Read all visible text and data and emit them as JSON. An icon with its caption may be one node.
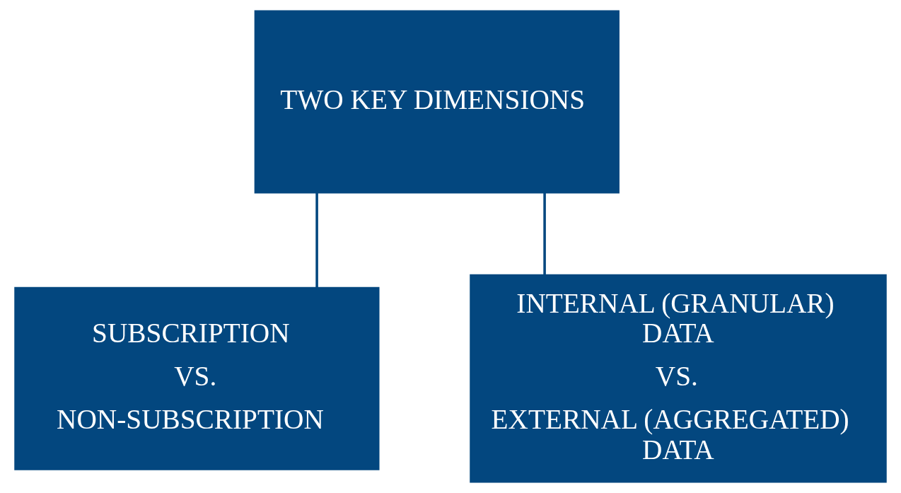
{
  "diagram": {
    "nodes": [
      {
        "text": [
          "TWO KEY DIMENSIONS"
        ]
      },
      {
        "text": [
          "SUBSCRIPTION",
          "VS.",
          "NON-SUBSCRIPTION"
        ]
      },
      {
        "text": [
          "INTERNAL (GRANULAR) DATA",
          "VS.",
          "EXTERNAL (AGGREGATED) DATA"
        ]
      }
    ],
    "edges": [
      {
        "from": 0,
        "to": 1,
        "arrow": "none"
      },
      {
        "from": 0,
        "to": 2,
        "arrow": "none"
      }
    ]
  }
}
